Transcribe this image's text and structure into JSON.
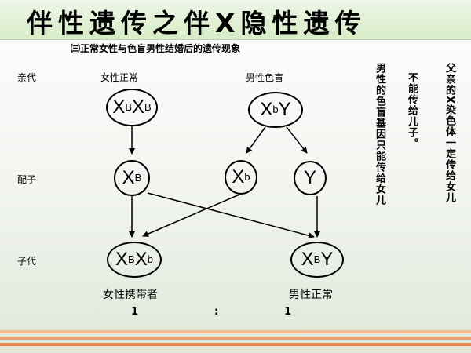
{
  "title": "伴性遗传之伴X隐性遗传",
  "subtitle": "㈢正常女性与色盲男性结婚后的遗传现象",
  "rows": {
    "parents": "亲代",
    "gametes": "配子",
    "offspring": "子代"
  },
  "parents": {
    "female": {
      "label": "女性正常",
      "genotype": {
        "base1": "X",
        "sup1": "B",
        "base2": "X",
        "sup2": "B"
      }
    },
    "male": {
      "label": "男性色盲",
      "genotype": {
        "base1": "X",
        "sup1": "b",
        "base2": "Y"
      }
    }
  },
  "gametes": {
    "female_xb": {
      "base": "X",
      "sup": "B"
    },
    "male_xb": {
      "base": "X",
      "sup": "b"
    },
    "male_y": {
      "base": "Y"
    }
  },
  "offspring": {
    "female": {
      "label": "女性携带者",
      "genotype": {
        "base1": "X",
        "sup1": "B",
        "base2": "X",
        "sup2": "b"
      },
      "ratio": "1"
    },
    "male": {
      "label": "男性正常",
      "genotype": {
        "base1": "X",
        "sup1": "B",
        "base2": "Y"
      },
      "ratio": "1"
    },
    "ratio_sep": ":"
  },
  "notes": {
    "note1": "男性的色盲基因只能传给女儿",
    "note2": "不能传给儿子。",
    "note3": "父亲的X染色体一定传给女儿"
  }
}
